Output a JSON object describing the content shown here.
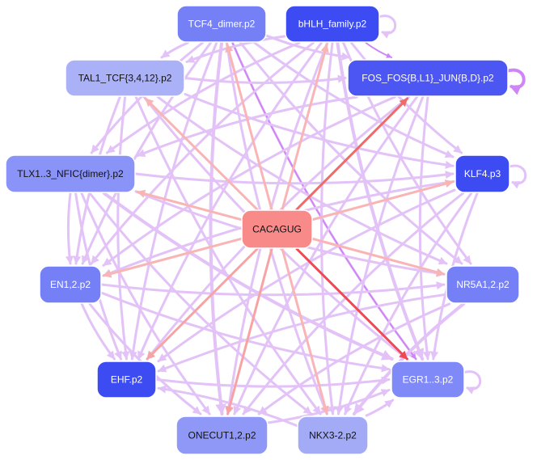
{
  "colors": {
    "center_fill": "#f88a8a",
    "dark_blue": "#3d4cf2",
    "mid_blue": "#7580f7",
    "light_blue": "#aab1f7",
    "edge_lilac": "#e2c2f7",
    "edge_purple": "#cf84f7",
    "edge_pink": "#f9b5b5",
    "edge_red": "#f06a6a",
    "edge_strong_red": "#ee4a55"
  },
  "nodes": [
    {
      "id": "center",
      "label": "CACAGUG",
      "fill": "#f88a8a",
      "text": "#111111"
    },
    {
      "id": "tcf4",
      "label": "TCF4_dimer.p2",
      "fill": "#7580f7",
      "text": "#ffffff"
    },
    {
      "id": "bhlh",
      "label": "bHLH_family.p2",
      "fill": "#3d4cf2",
      "text": "#ffffff"
    },
    {
      "id": "tal1",
      "label": "TAL1_TCF{3,4,12}.p2",
      "fill": "#aab1f7",
      "text": "#111111"
    },
    {
      "id": "fos",
      "label": "FOS_FOS{B,L1}_JUN{B,D}.p2",
      "fill": "#4b56f3",
      "text": "#ffffff"
    },
    {
      "id": "tlx",
      "label": "TLX1..3_NFIC{dimer}.p2",
      "fill": "#8a93f7",
      "text": "#111111"
    },
    {
      "id": "klf4",
      "label": "KLF4.p3",
      "fill": "#3d4cf2",
      "text": "#ffffff"
    },
    {
      "id": "en12",
      "label": "EN1,2.p2",
      "fill": "#7580f7",
      "text": "#ffffff"
    },
    {
      "id": "nr5a",
      "label": "NR5A1,2.p2",
      "fill": "#7580f7",
      "text": "#ffffff"
    },
    {
      "id": "ehf",
      "label": "EHF.p2",
      "fill": "#3d4cf2",
      "text": "#ffffff"
    },
    {
      "id": "egr",
      "label": "EGR1..3.p2",
      "fill": "#7f89f7",
      "text": "#ffffff"
    },
    {
      "id": "onecut",
      "label": "ONECUT1,2.p2",
      "fill": "#8f98f7",
      "text": "#111111"
    },
    {
      "id": "nkx",
      "label": "NKX3-2.p2",
      "fill": "#a3abf7",
      "text": "#111111"
    }
  ],
  "edges": [
    {
      "from": "center",
      "to": "fos",
      "color": "#f06a6a",
      "width": 3
    },
    {
      "from": "center",
      "to": "egr",
      "color": "#ee4a55",
      "width": 3
    },
    {
      "from": "center",
      "to": "tcf4",
      "color": "#f9b5b5",
      "width": 3
    },
    {
      "from": "center",
      "to": "bhlh",
      "color": "#f9b5b5",
      "width": 3
    },
    {
      "from": "center",
      "to": "tal1",
      "color": "#f9b5b5",
      "width": 3
    },
    {
      "from": "center",
      "to": "tlx",
      "color": "#f9b5b5",
      "width": 3
    },
    {
      "from": "center",
      "to": "klf4",
      "color": "#f9b5b5",
      "width": 3
    },
    {
      "from": "center",
      "to": "en12",
      "color": "#f9b5b5",
      "width": 3
    },
    {
      "from": "center",
      "to": "nr5a",
      "color": "#f9b5b5",
      "width": 3
    },
    {
      "from": "center",
      "to": "ehf",
      "color": "#f7a3a3",
      "width": 3
    },
    {
      "from": "center",
      "to": "onecut",
      "color": "#f7a3a3",
      "width": 3
    },
    {
      "from": "center",
      "to": "nkx",
      "color": "#f9b5b5",
      "width": 3
    },
    {
      "from": "tcf4",
      "to": "tal1",
      "color": "#e2c2f7",
      "width": 3
    },
    {
      "from": "tcf4",
      "to": "fos",
      "color": "#e2c2f7",
      "width": 3
    },
    {
      "from": "tcf4",
      "to": "klf4",
      "color": "#e2c2f7",
      "width": 3
    },
    {
      "from": "tcf4",
      "to": "egr",
      "color": "#e2c2f7",
      "width": 3
    },
    {
      "from": "tcf4",
      "to": "onecut",
      "color": "#e2c2f7",
      "width": 4
    },
    {
      "from": "tcf4",
      "to": "ehf",
      "color": "#e2c2f7",
      "width": 3
    },
    {
      "from": "tcf4",
      "to": "en12",
      "color": "#e2c2f7",
      "width": 3
    },
    {
      "from": "tcf4",
      "to": "nkx",
      "color": "#e2c2f7",
      "width": 3
    },
    {
      "from": "tcf4",
      "to": "tlx",
      "color": "#e2c2f7",
      "width": 3
    },
    {
      "from": "tcf4",
      "to": "nr5a",
      "color": "#e2c2f7",
      "width": 3
    },
    {
      "from": "tcf4",
      "to": "egr",
      "color": "#cf84f7",
      "width": 2
    },
    {
      "from": "bhlh",
      "to": "tal1",
      "color": "#e2c2f7",
      "width": 3
    },
    {
      "from": "bhlh",
      "to": "fos",
      "color": "#cf84f7",
      "width": 2
    },
    {
      "from": "bhlh",
      "to": "klf4",
      "color": "#e2c2f7",
      "width": 3
    },
    {
      "from": "bhlh",
      "to": "en12",
      "color": "#e2c2f7",
      "width": 3
    },
    {
      "from": "bhlh",
      "to": "ehf",
      "color": "#e2c2f7",
      "width": 3
    },
    {
      "from": "bhlh",
      "to": "onecut",
      "color": "#e2c2f7",
      "width": 3
    },
    {
      "from": "bhlh",
      "to": "nkx",
      "color": "#e2c2f7",
      "width": 3
    },
    {
      "from": "bhlh",
      "to": "tlx",
      "color": "#e2c2f7",
      "width": 3
    },
    {
      "from": "bhlh",
      "to": "nr5a",
      "color": "#e2c2f7",
      "width": 3
    },
    {
      "from": "bhlh",
      "to": "egr",
      "color": "#e2c2f7",
      "width": 4
    },
    {
      "from": "tal1",
      "to": "fos",
      "color": "#e2c2f7",
      "width": 3
    },
    {
      "from": "tal1",
      "to": "klf4",
      "color": "#e2c2f7",
      "width": 3
    },
    {
      "from": "tal1",
      "to": "en12",
      "color": "#e2c2f7",
      "width": 3
    },
    {
      "from": "tal1",
      "to": "ehf",
      "color": "#e2c2f7",
      "width": 3
    },
    {
      "from": "tal1",
      "to": "egr",
      "color": "#e2c2f7",
      "width": 3
    },
    {
      "from": "tal1",
      "to": "nkx",
      "color": "#e2c2f7",
      "width": 3
    },
    {
      "from": "tal1",
      "to": "nr5a",
      "color": "#e2c2f7",
      "width": 3
    },
    {
      "from": "fos",
      "to": "tlx",
      "color": "#e2c2f7",
      "width": 3
    },
    {
      "from": "fos",
      "to": "en12",
      "color": "#e2c2f7",
      "width": 3
    },
    {
      "from": "fos",
      "to": "ehf",
      "color": "#e2c2f7",
      "width": 3
    },
    {
      "from": "fos",
      "to": "onecut",
      "color": "#e2c2f7",
      "width": 3
    },
    {
      "from": "fos",
      "to": "nkx",
      "color": "#e2c2f7",
      "width": 3
    },
    {
      "from": "fos",
      "to": "egr",
      "color": "#e2c2f7",
      "width": 3
    },
    {
      "from": "tlx",
      "to": "klf4",
      "color": "#e2c2f7",
      "width": 3
    },
    {
      "from": "tlx",
      "to": "en12",
      "color": "#e2c2f7",
      "width": 3
    },
    {
      "from": "tlx",
      "to": "ehf",
      "color": "#e2c2f7",
      "width": 3
    },
    {
      "from": "tlx",
      "to": "onecut",
      "color": "#e2c2f7",
      "width": 3
    },
    {
      "from": "tlx",
      "to": "nkx",
      "color": "#e2c2f7",
      "width": 3
    },
    {
      "from": "tlx",
      "to": "egr",
      "color": "#e2c2f7",
      "width": 4
    },
    {
      "from": "tlx",
      "to": "nr5a",
      "color": "#e2c2f7",
      "width": 3
    },
    {
      "from": "klf4",
      "to": "en12",
      "color": "#e2c2f7",
      "width": 3
    },
    {
      "from": "klf4",
      "to": "ehf",
      "color": "#e2c2f7",
      "width": 3
    },
    {
      "from": "klf4",
      "to": "onecut",
      "color": "#e2c2f7",
      "width": 3
    },
    {
      "from": "klf4",
      "to": "nkx",
      "color": "#e2c2f7",
      "width": 3
    },
    {
      "from": "klf4",
      "to": "egr",
      "color": "#e2c2f7",
      "width": 3
    },
    {
      "from": "en12",
      "to": "nr5a",
      "color": "#e2c2f7",
      "width": 3
    },
    {
      "from": "en12",
      "to": "ehf",
      "color": "#e2c2f7",
      "width": 3
    },
    {
      "from": "en12",
      "to": "onecut",
      "color": "#e2c2f7",
      "width": 3
    },
    {
      "from": "en12",
      "to": "egr",
      "color": "#e2c2f7",
      "width": 3
    },
    {
      "from": "nr5a",
      "to": "ehf",
      "color": "#e2c2f7",
      "width": 3
    },
    {
      "from": "nr5a",
      "to": "onecut",
      "color": "#e2c2f7",
      "width": 3
    },
    {
      "from": "nr5a",
      "to": "nkx",
      "color": "#e2c2f7",
      "width": 4
    },
    {
      "from": "ehf",
      "to": "egr",
      "color": "#e2c2f7",
      "width": 3
    },
    {
      "from": "onecut",
      "to": "egr",
      "color": "#e2c2f7",
      "width": 3
    },
    {
      "from": "nkx",
      "to": "egr",
      "color": "#e2c2f7",
      "width": 3
    },
    {
      "from": "nkx",
      "to": "ehf",
      "color": "#e2c2f7",
      "width": 3
    }
  ],
  "self_loops": [
    {
      "node": "bhlh",
      "color": "#e2c2f7",
      "width": 3
    },
    {
      "node": "fos",
      "color": "#cf84f7",
      "width": 4
    },
    {
      "node": "klf4",
      "color": "#e2c2f7",
      "width": 3
    },
    {
      "node": "egr",
      "color": "#e2c2f7",
      "width": 3
    }
  ]
}
